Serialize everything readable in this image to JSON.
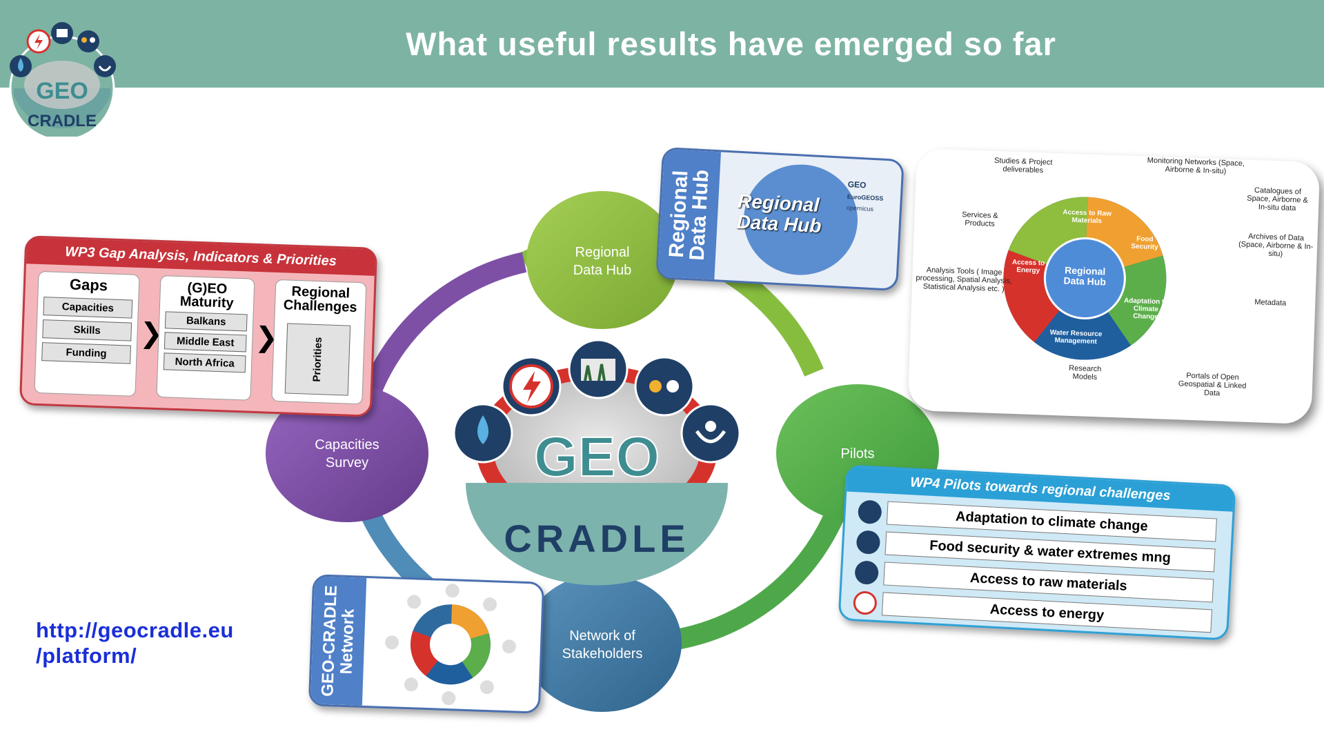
{
  "header": {
    "title": "What useful results have emerged so far"
  },
  "logo": {
    "text_geo": "GEO",
    "text_cradle": "CRADLE"
  },
  "cycle": {
    "nodes": [
      {
        "line1": "Regional",
        "line2": "Data Hub",
        "color": "#8fbd3e"
      },
      {
        "line1": "Pilots",
        "line2": "",
        "color": "#5cae4a"
      },
      {
        "line1": "Network of",
        "line2": "Stakeholders",
        "color": "#3f7aa6"
      },
      {
        "line1": "Capacities",
        "line2": "Survey",
        "color": "#7c4fa4"
      }
    ]
  },
  "wp3_card": {
    "title": "WP3 Gap Analysis, Indicators & Priorities",
    "gaps_heading": "Gaps",
    "gaps_items": [
      "Capacities",
      "Skills",
      "Funding"
    ],
    "maturity_heading_line1": "(G)EO",
    "maturity_heading_line2": "Maturity",
    "maturity_items": [
      "Balkans",
      "Middle East",
      "North Africa"
    ],
    "challenges_heading_line1": "Regional",
    "challenges_heading_line2": "Challenges",
    "priorities_label": "Priorities"
  },
  "hub_card": {
    "side_label_line1": "Regional",
    "side_label_line2": "Data Hub",
    "center_line1": "Regional",
    "center_line2": "Data Hub",
    "badges": [
      "GEO",
      "EuroGEOSS",
      "opernicus"
    ]
  },
  "platform_card": {
    "center_line1": "Regional",
    "center_line2": "Data Hub",
    "segments": [
      "Access to Raw Materials",
      "Food Security",
      "Adaptation to Climate Change",
      "Water Resource Management",
      "Access to Energy"
    ],
    "outer_labels": [
      "Studies & Project deliverables",
      "Monitoring Networks (Space, Airborne & In-situ)",
      "Catalogues of Space, Airborne & In-situ data",
      "Archives of Data (Space, Airborne & In-situ)",
      "Metadata",
      "Portals of Open Geospatial & Linked Data",
      "Research Models",
      "Analysis Tools ( Image processing, Spatial Analysis, Statistical Analysis etc. )",
      "Services & Products"
    ]
  },
  "wp4_card": {
    "title": "WP4 Pilots towards regional challenges",
    "items": [
      "Adaptation to climate change",
      "Food security & water extremes mng",
      "Access to raw materials",
      "Access to energy"
    ]
  },
  "network_card": {
    "side_label_line1": "GEO-CRADLE",
    "side_label_line2": "Network"
  },
  "footer": {
    "url_line1": "http://geocradle.eu",
    "url_line2": "/platform/"
  }
}
